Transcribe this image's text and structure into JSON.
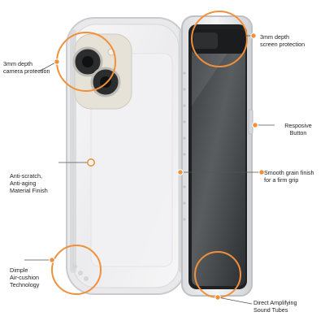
{
  "accent_color": "#f0903a",
  "features": {
    "camera_protection": "3mm depth\ncamera protection",
    "screen_protection": "3mm depth\nscreen protection",
    "responsive_button": "Resposive\nButton",
    "anti_scratch": "Anti-scratch,\nAnti-aging\nMaterial Finish",
    "smooth_grain": "Smooth grain finish\nfor a firm grip",
    "dimple_cushion": "Dimple\nAir-cushion\nTechnology",
    "sound_tubes": "Direct Amplifying\nSound Tubes"
  }
}
